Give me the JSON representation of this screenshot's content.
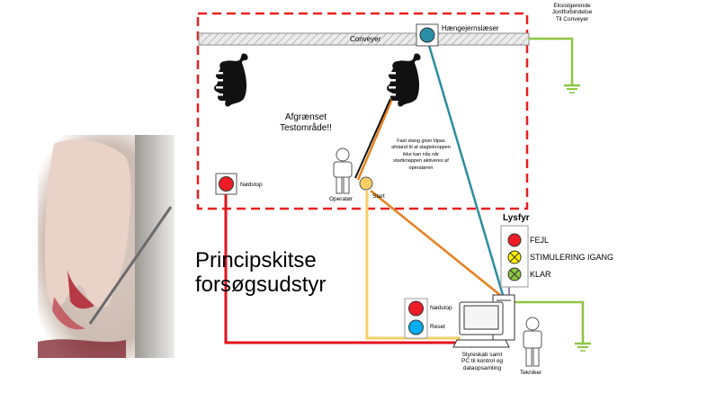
{
  "labels": {
    "conveyor": "Conveyer",
    "trolley": "Hængejernslæser",
    "ground_top": [
      "Eksistgerende",
      "Jordforbindelse",
      "Til Conveyer"
    ],
    "area": [
      "Afgrænset",
      "Testområde!!"
    ],
    "rod_note": [
      "Fast stang giver tilpas",
      "afstand til at slagtekroppen",
      "ikke kan nås når",
      "startknappen aktiveres af",
      "operatøren"
    ],
    "emergency_stop_area": "Nødstop",
    "operator": "Operatør",
    "start": "Start",
    "title_line1": "Principskitse",
    "title_line2": "forsøgsudstyr",
    "lysfyr": "Lysfyr",
    "lamp_error": "FEJL",
    "lamp_running": "STIMULERING IGANG",
    "lamp_ready": "KLAR",
    "panel_stop": "Nødstop",
    "panel_reset": "Reset",
    "cabinet": [
      "Styreskab samt",
      "PC til kontrol og",
      "dataopsamling"
    ],
    "technician": "Tekniker"
  },
  "colors": {
    "boundary": "#e8201f",
    "red_wire": "#e4121c",
    "yellow_wire": "#f7cf63",
    "orange_wire": "#e8801e",
    "teal_wire": "#2a8ea0",
    "green_wire": "#8dc63f",
    "lamp_red": "#ee1c24",
    "lamp_yellow": "#fff200",
    "lamp_green": "#8dc63f",
    "reset_blue": "#00aeef",
    "sensor_teal": "#2b8ea7"
  }
}
